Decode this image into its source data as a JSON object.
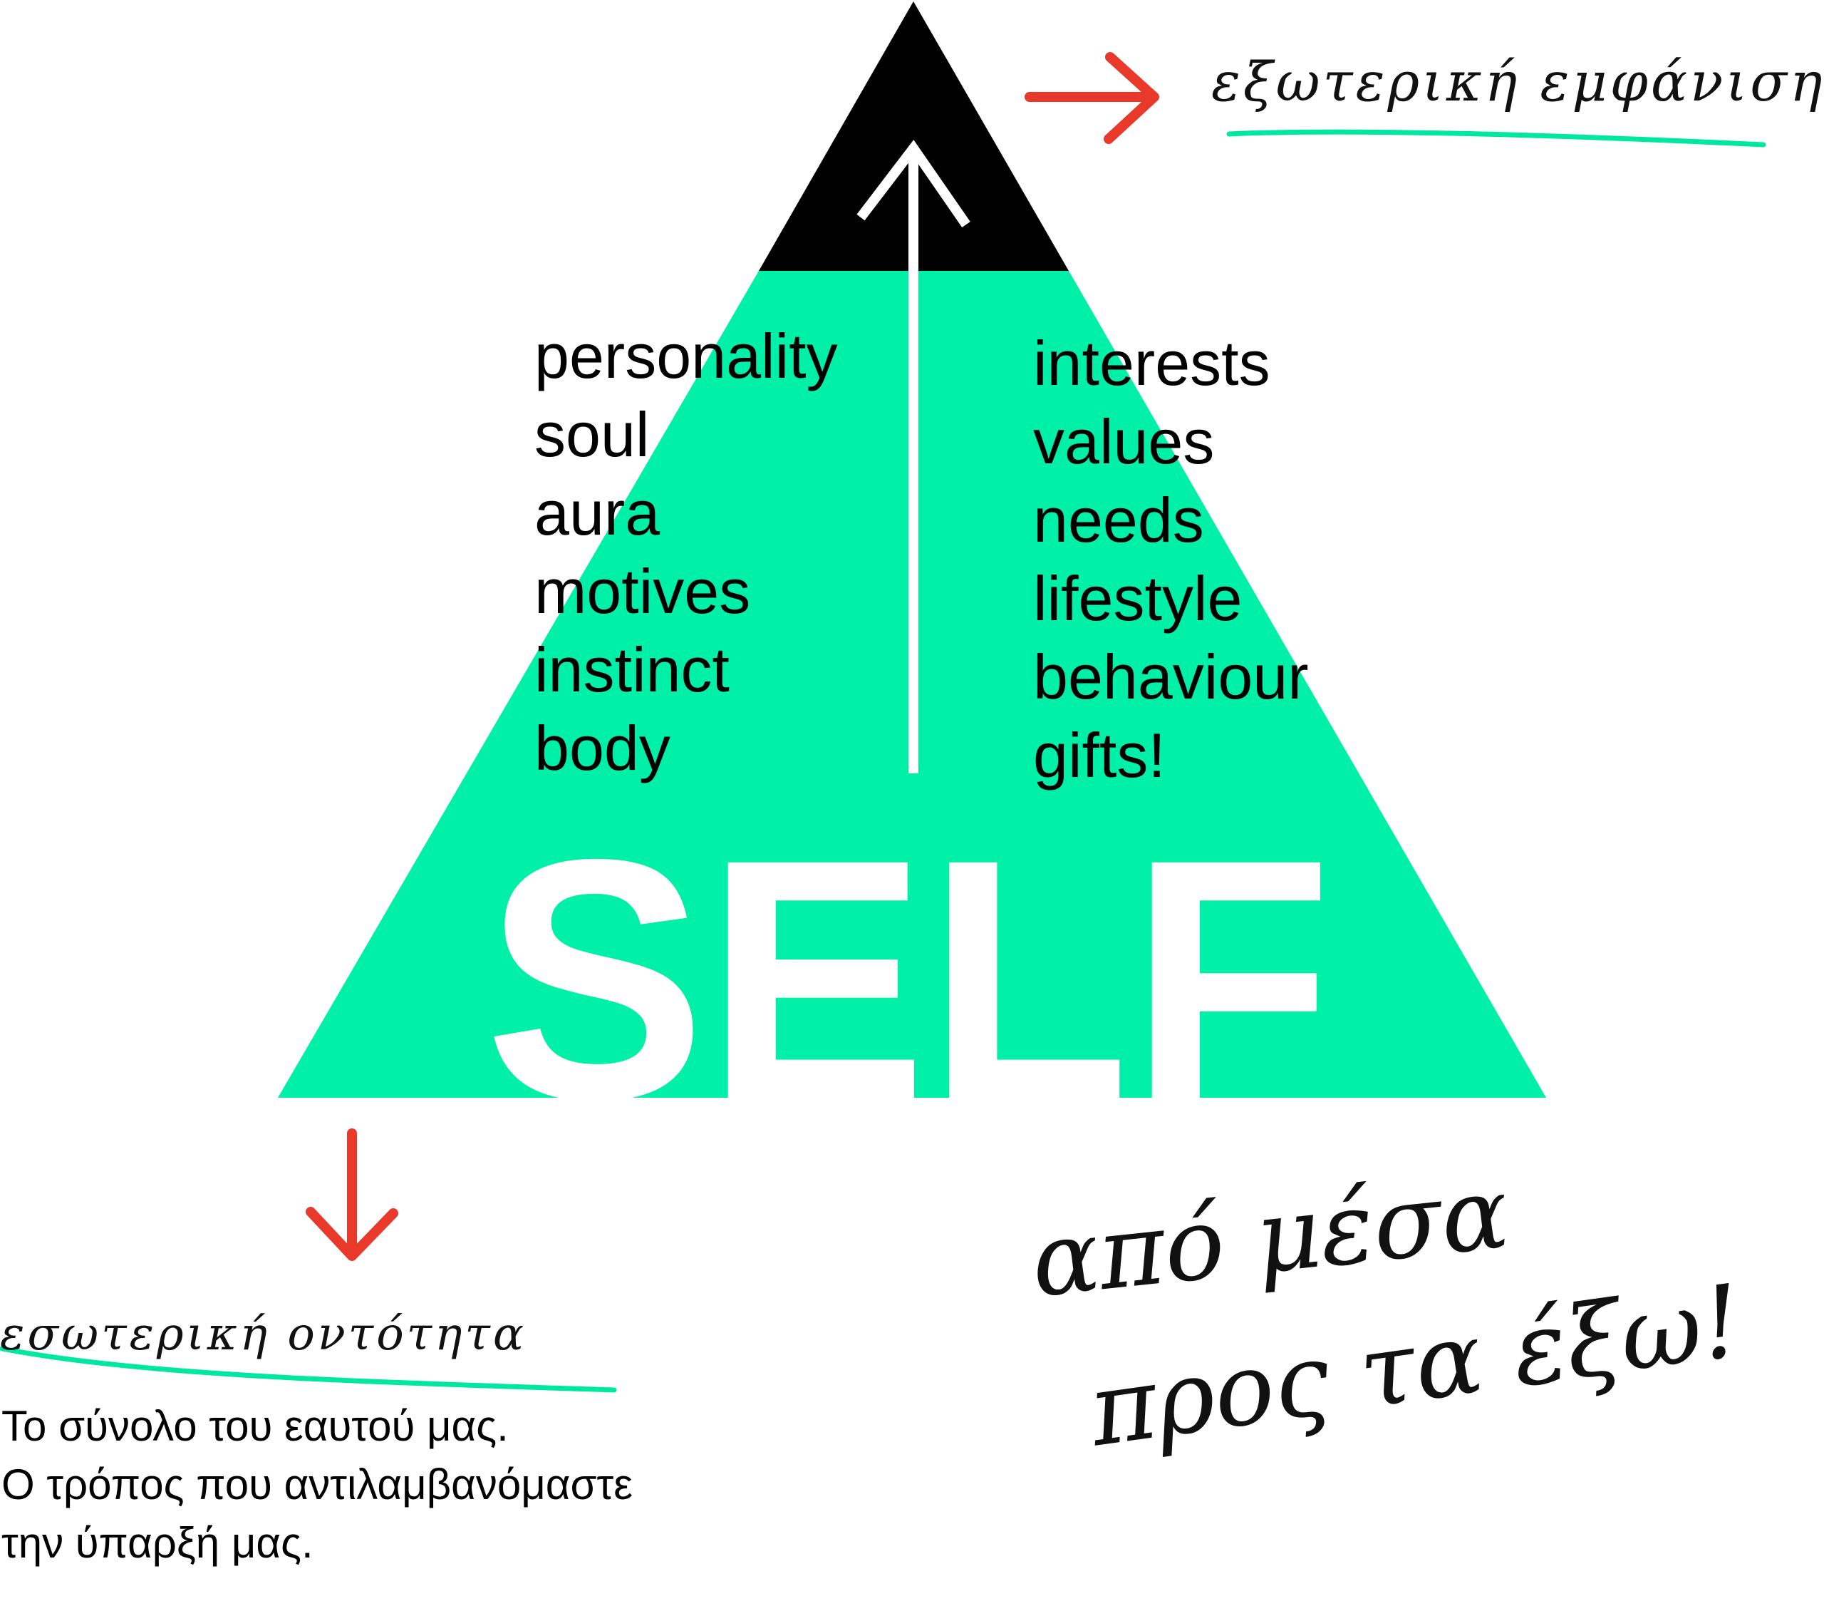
{
  "colors": {
    "pyramid_fill": "#00f0a8",
    "apex_fill": "#000000",
    "center_arrow": "#ffffff",
    "pointer_arrows": "#e8392b",
    "underline": "#00e8a0"
  },
  "icons": [
    "up-arrow-icon",
    "right-arrow-icon",
    "down-arrow-icon"
  ],
  "pyramid": {
    "title": "SELF",
    "left_list": [
      "personality",
      "soul",
      "aura",
      "motives",
      "instinct",
      "body"
    ],
    "right_list": [
      "interests",
      "values",
      "needs",
      "lifestyle",
      "behaviour",
      "gifts!"
    ]
  },
  "annotations": {
    "outer": "εξωτερική εμφάνιση",
    "inner": "εσωτερική οντότητα"
  },
  "caption": {
    "line1": "Το σύνολο του εαυτού μας.",
    "line2": "Ο τρόπος που αντιλαμβανόμαστε",
    "line3": "την ύπαρξή μας."
  },
  "slogan": {
    "line1": "από μέσα",
    "line2": "προς τα έξω!"
  }
}
